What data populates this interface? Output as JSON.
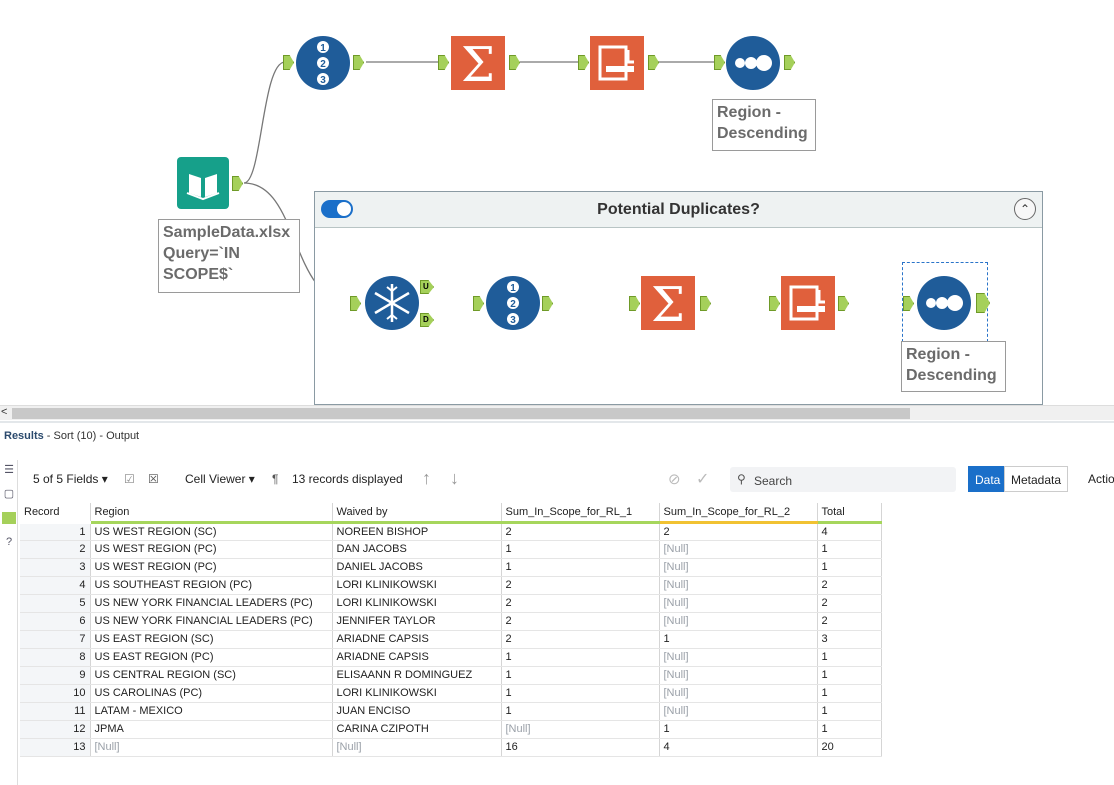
{
  "canvas": {
    "top_flow_label": "Region -\nDescending",
    "input_label": "SampleData.xlsx\nQuery=`IN\nSCOPE$`",
    "container_title": "Potential Duplicates?",
    "bottom_flow_label": "Region -\nDescending",
    "unique_anchor": "U",
    "duplicate_anchor": "D"
  },
  "results": {
    "title": "Results",
    "subtitle": " - Sort (10) - Output"
  },
  "toolbar": {
    "fields_label": "5 of 5 Fields",
    "cell_viewer_label": "Cell Viewer",
    "records_displayed": "13 records displayed",
    "search_placeholder": "Search",
    "data_tab": "Data",
    "metadata_tab": "Metadata",
    "actions_tab": "Actio"
  },
  "table": {
    "columns": [
      "Record",
      "Region",
      "Waived by",
      "Sum_In_Scope_for_RL_1",
      "Sum_In_Scope_for_RL_2",
      "Total"
    ],
    "rows": [
      [
        "1",
        "US WEST REGION (SC)",
        "NOREEN BISHOP",
        "2",
        "2",
        "4"
      ],
      [
        "2",
        "US WEST REGION (PC)",
        "DAN JACOBS",
        "1",
        "[Null]",
        "1"
      ],
      [
        "3",
        "US WEST REGION (PC)",
        "DANIEL JACOBS",
        "1",
        "[Null]",
        "1"
      ],
      [
        "4",
        "US SOUTHEAST REGION (PC)",
        "LORI KLINIKOWSKI",
        "2",
        "[Null]",
        "2"
      ],
      [
        "5",
        "US NEW YORK FINANCIAL LEADERS (PC)",
        "LORI KLINIKOWSKI",
        "2",
        "[Null]",
        "2"
      ],
      [
        "6",
        "US NEW YORK FINANCIAL LEADERS (PC)",
        "JENNIFER TAYLOR",
        "2",
        "[Null]",
        "2"
      ],
      [
        "7",
        "US EAST REGION (SC)",
        "ARIADNE CAPSIS",
        "2",
        "1",
        "3"
      ],
      [
        "8",
        "US EAST REGION (PC)",
        "ARIADNE CAPSIS",
        "1",
        "[Null]",
        "1"
      ],
      [
        "9",
        "US CENTRAL REGION (SC)",
        "ELISAANN R DOMINGUEZ",
        "1",
        "[Null]",
        "1"
      ],
      [
        "10",
        "US CAROLINAS (PC)",
        "LORI KLINIKOWSKI",
        "1",
        "[Null]",
        "1"
      ],
      [
        "11",
        "LATAM - MEXICO",
        "JUAN ENCISO",
        "1",
        "[Null]",
        "1"
      ],
      [
        "12",
        "JPMA",
        "CARINA CZIPOTH",
        "[Null]",
        "1",
        "1"
      ],
      [
        "13",
        "[Null]",
        "[Null]",
        "16",
        "4",
        "20"
      ]
    ]
  }
}
